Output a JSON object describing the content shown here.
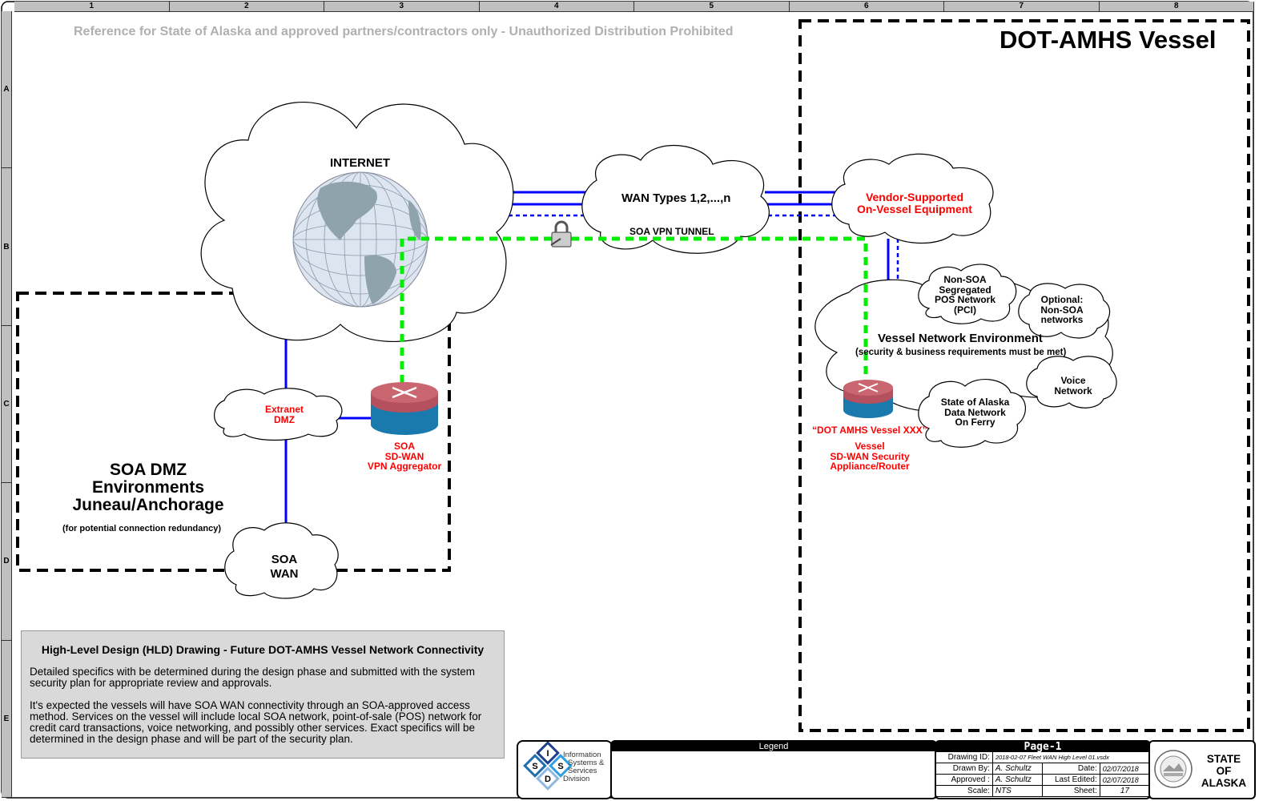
{
  "ruler": {
    "columns": [
      "1",
      "2",
      "3",
      "4",
      "5",
      "6",
      "7",
      "8"
    ],
    "rows": [
      "A",
      "B",
      "C",
      "D",
      "E"
    ]
  },
  "disclaimer": "Reference for State of Alaska and approved partners/contractors only - Unauthorized Distribution Prohibited",
  "vessel_zone": {
    "title": "DOT-AMHS Vessel"
  },
  "internet": {
    "label": "INTERNET"
  },
  "wan": {
    "label": "WAN Types 1,2,...,n",
    "tunnel_label": "SOA VPN TUNNEL"
  },
  "vendor_cloud": {
    "line1": "Vendor-Supported",
    "line2": "On-Vessel Equipment"
  },
  "pos_cloud": {
    "lines": [
      "Non-SOA",
      "Segregated",
      "POS Network",
      "(PCI)"
    ]
  },
  "optional_cloud": {
    "lines": [
      "Optional:",
      "Non-SOA",
      "networks"
    ]
  },
  "vessel_env": {
    "title": "Vessel Network Environment",
    "subtitle": "(security & business requirements must be met)"
  },
  "voice_cloud": {
    "lines": [
      "Voice",
      "Network"
    ]
  },
  "soa_data_cloud": {
    "lines": [
      "State of Alaska",
      "Data Network",
      "On Ferry"
    ]
  },
  "vessel_router": {
    "name": "“DOT AMHS Vessel XXX”",
    "lines": [
      "Vessel",
      "SD-WAN Security",
      "Appliance/Router"
    ]
  },
  "dmz_zone": {
    "lines": [
      "SOA DMZ",
      "Environments",
      "Juneau/Anchorage"
    ],
    "note": "(for potential connection redundancy)"
  },
  "extranet_cloud": {
    "lines": [
      "Extranet",
      "DMZ"
    ]
  },
  "aggregator": {
    "lines": [
      "SOA",
      "SD-WAN",
      "VPN Aggregator"
    ]
  },
  "soa_wan_cloud": {
    "lines": [
      "SOA",
      "WAN"
    ]
  },
  "notes": {
    "title": "High-Level Design (HLD) Drawing  - Future DOT-AMHS Vessel Network Connectivity",
    "para1": "Detailed specifics with be determined during the design phase and submitted with the system security plan for appropriate review and approvals.",
    "para2": "It's expected the vessels will have SOA WAN connectivity through an SOA-approved access method.  Services on the vessel will include local SOA network, point-of-sale (POS) network for credit card transactions, voice networking, and possibly other services.  Exact specifics will be determined in the design phase and will be part of the security plan."
  },
  "logo": {
    "letters": [
      "I",
      "S",
      "S",
      "D"
    ],
    "lines": [
      "Information",
      "Systems &",
      "Services",
      "Division"
    ]
  },
  "legend": {
    "title": "Legend"
  },
  "title_block": {
    "page": "Page-1",
    "drawing_id_label": "Drawing ID:",
    "drawing_id": "2018-02-07 Fleet WAN High Level 01.vsdx",
    "drawn_by_label": "Drawn By:",
    "drawn_by": "A. Schultz",
    "date_label": "Date:",
    "date": "02/07/2018",
    "approved_label": "Approved :",
    "approved": "A. Schultz",
    "last_edited_label": "Last Edited:",
    "last_edited": "02/07/2018",
    "scale_label": "Scale:",
    "scale": "NTS",
    "sheet_label": "Sheet:",
    "sheet": "17"
  },
  "state_block": {
    "lines": [
      "STATE",
      "OF",
      "ALASKA"
    ]
  },
  "colors": {
    "link": "#0000ff",
    "tunnel": "#00ee00",
    "zone": "#000000",
    "label_red": "#ff0000",
    "router_top": "#b5505e",
    "router_body": "#1a7aae"
  }
}
